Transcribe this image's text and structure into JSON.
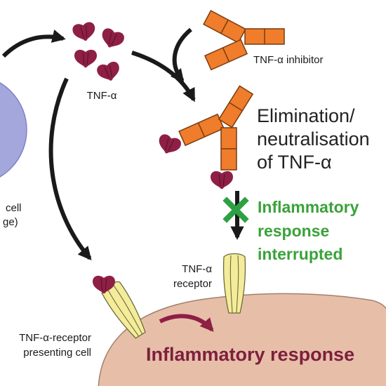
{
  "labels": {
    "tnf_alpha": "TNF-α",
    "tnf_inhibitor": "TNF-α inhibitor",
    "elimination_line1": "Elimination/",
    "elimination_line2": "neutralisation",
    "elimination_line3": "of TNF-α",
    "interrupted_line1": "Inflammatory",
    "interrupted_line2": "response",
    "interrupted_line3": "interrupted",
    "receptor_line1": "TNF-α",
    "receptor_line2": "receptor",
    "presenting_line1": "TNF-α-receptor",
    "presenting_line2": "presenting cell",
    "cut_cell_line1": "cell",
    "cut_cell_line2": "ge)",
    "inflammatory_response": "Inflammatory response"
  },
  "colors": {
    "cell_blue": "#a4a7dc",
    "presenting_cell": "#e7bfa9",
    "tnf_maroon": "#8e1f45",
    "antibody_orange": "#ef7d2b",
    "receptor_yellow": "#f4ec9a",
    "arrow_black": "#1a1a1a",
    "green_text": "#3aa23a",
    "x_mark": "#2ea044",
    "maroon_text": "#7d1f3d"
  },
  "icons": {
    "block_mark": "x-mark-icon",
    "tnf_molecule": "trimer-icon",
    "antibody": "y-shape-antibody-icon"
  }
}
